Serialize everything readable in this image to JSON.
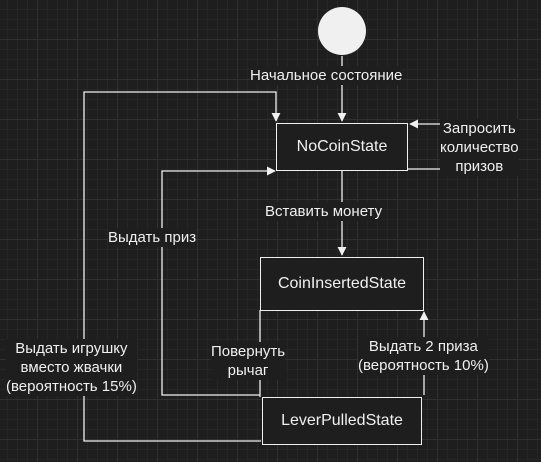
{
  "states": {
    "no_coin": "NoCoinState",
    "coin_inserted": "CoinInsertedState",
    "lever_pulled": "LeverPulledState"
  },
  "transitions": {
    "initial": "Начальное состояние",
    "request_count": "Запросить\nколичество\nпризов",
    "insert_coin": "Вставить монету",
    "give_prize": "Выдать приз",
    "pull_lever": "Повернуть\nрычаг",
    "give_two_prizes": "Выдать 2 приза\n(вероятность 10%)",
    "give_toy": "Выдать игрушку\nвместо жвачки\n(вероятность 15%)"
  },
  "colors": {
    "background": "#1e1e1e",
    "stroke": "#f0f0f0",
    "start_fill": "#f0f0f0"
  }
}
